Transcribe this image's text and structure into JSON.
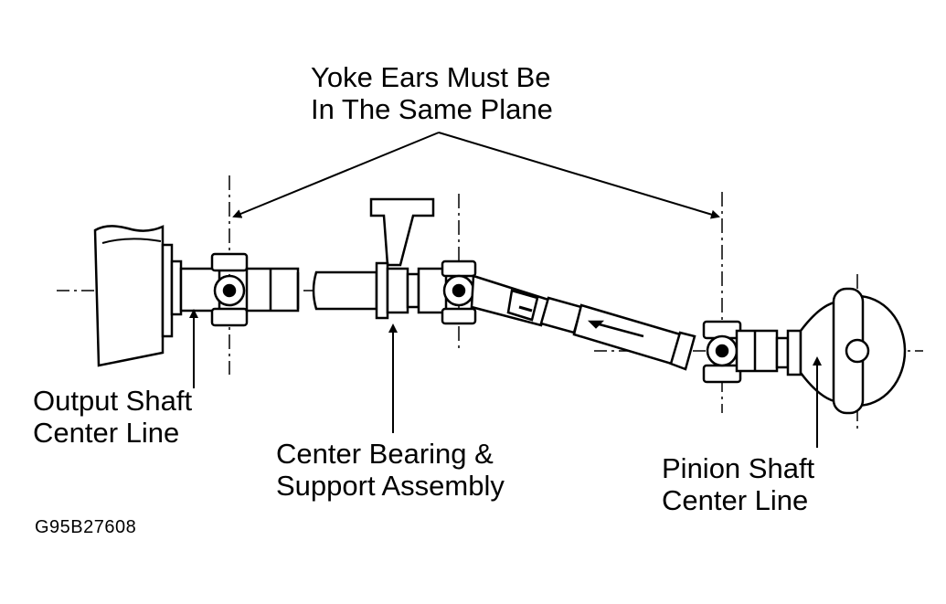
{
  "labels": {
    "yoke_line1": "Yoke Ears Must Be",
    "yoke_line2": "In The Same Plane",
    "output_line1": "Output Shaft",
    "output_line2": "Center Line",
    "center_line1": "Center Bearing &",
    "center_line2": "Support Assembly",
    "pinion_line1": "Pinion Shaft",
    "pinion_line2": "Center Line",
    "figure_code": "G95B27608"
  },
  "colors": {
    "ink": "#000000",
    "paper": "#ffffff"
  },
  "icons": [
    "transmission-housing-icon",
    "universal-joint-icon",
    "center-bearing-icon",
    "slip-yoke-icon",
    "differential-housing-icon"
  ]
}
